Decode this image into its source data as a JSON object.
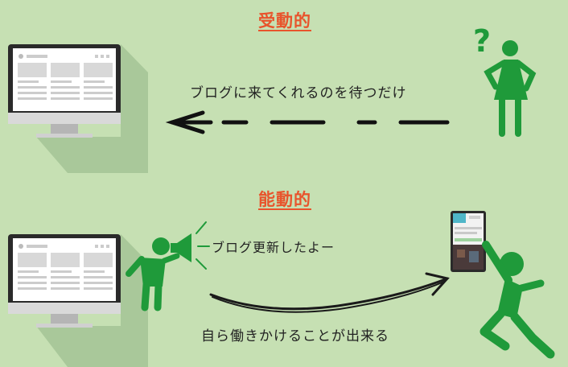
{
  "passive": {
    "heading": "受動的",
    "caption": "ブログに来てくれるのを待つだけ"
  },
  "active": {
    "heading": "能動的",
    "announce": "ブログ更新したよー",
    "caption": "自ら働きかけることが出来る"
  },
  "colors": {
    "background": "#c6e0b3",
    "heading": "#e8542c",
    "figure": "#1f9a3a",
    "arrow": "#111111",
    "shadow": "#a9c89a"
  },
  "icons": [
    "monitor-icon",
    "question-mark-icon",
    "woman-icon",
    "megaphone-person-icon",
    "reaching-person-icon",
    "smartphone-icon"
  ]
}
